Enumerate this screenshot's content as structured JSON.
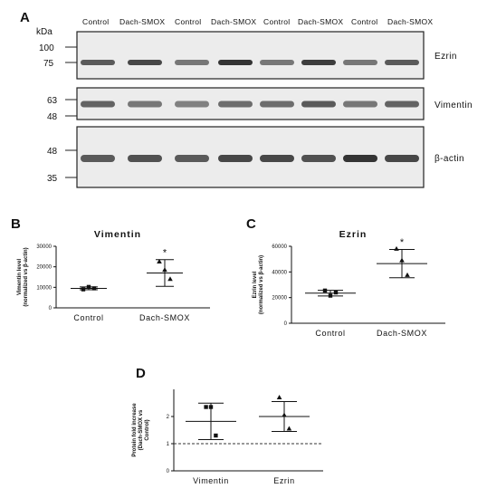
{
  "panelA": {
    "letter": "A",
    "kda_label": "kDa",
    "lanes": [
      "Control",
      "Dach-SMOX",
      "Control",
      "Dach-SMOX",
      "Control",
      "Dach-SMOX",
      "Control",
      "Dach-SMOX"
    ],
    "blots": [
      {
        "protein": "Ezrin",
        "markers": [
          "100",
          "75"
        ],
        "band_intensity": [
          0.75,
          0.85,
          0.6,
          0.95,
          0.6,
          0.9,
          0.6,
          0.75
        ]
      },
      {
        "protein": "Vimentin",
        "markers": [
          "63",
          "48"
        ],
        "band_intensity": [
          0.7,
          0.6,
          0.55,
          0.65,
          0.65,
          0.75,
          0.6,
          0.7
        ]
      },
      {
        "protein": "β-actin",
        "markers": [
          "48",
          "35"
        ],
        "band_intensity": [
          0.75,
          0.8,
          0.75,
          0.85,
          0.85,
          0.8,
          0.95,
          0.85
        ]
      }
    ]
  },
  "chart_data": [
    {
      "panel": "B",
      "type": "scatter",
      "title": "Vimentin",
      "ylabel": "Vimentin level\n(normalized vs β-actin)",
      "ylim": [
        0,
        30000
      ],
      "yticks": [
        "0",
        "10000",
        "20000",
        "30000"
      ],
      "categories": [
        "Control",
        "Dach-SMOX"
      ],
      "series": [
        {
          "values": [
            [
              9000,
              10200,
              9500
            ],
            [
              22500,
              18500,
              14000
            ]
          ],
          "mean": [
            9500,
            17000
          ],
          "sd": [
            700,
            6500
          ]
        }
      ],
      "annotations": [
        {
          "category": "Dach-SMOX",
          "text": "*"
        }
      ]
    },
    {
      "panel": "C",
      "type": "scatter",
      "title": "Ezrin",
      "ylabel": "Ezrin level\n(normalized vs β-actin)",
      "ylim": [
        0,
        60000
      ],
      "yticks": [
        "0",
        "20000",
        "40000",
        "60000"
      ],
      "categories": [
        "Control",
        "Dach-SMOX"
      ],
      "series": [
        {
          "values": [
            [
              25500,
              21500,
              24000
            ],
            [
              58000,
              49000,
              37500
            ]
          ],
          "mean": [
            23500,
            46500
          ],
          "sd": [
            2200,
            11000
          ]
        }
      ],
      "annotations": [
        {
          "category": "Dach-SMOX",
          "text": "*"
        }
      ]
    },
    {
      "panel": "D",
      "type": "scatter",
      "title": "",
      "ylabel": "Protein fold increase\n(Dach-SMOX vs\nControl)",
      "ylim": [
        0,
        3
      ],
      "yticks": [
        "0",
        "1",
        "2"
      ],
      "categories": [
        "Vimentin",
        "Ezrin"
      ],
      "series": [
        {
          "values": [
            [
              2.35,
              2.35,
              1.3
            ],
            [
              2.7,
              2.05,
              1.55
            ]
          ],
          "mean": [
            1.82,
            2.0
          ],
          "sd": [
            0.67,
            0.55
          ]
        }
      ],
      "reference_line": 1,
      "annotations": []
    }
  ],
  "colors": {
    "ink": "#111111",
    "band": "#2a2a2a",
    "blot_bg": "#e9e9e9"
  }
}
